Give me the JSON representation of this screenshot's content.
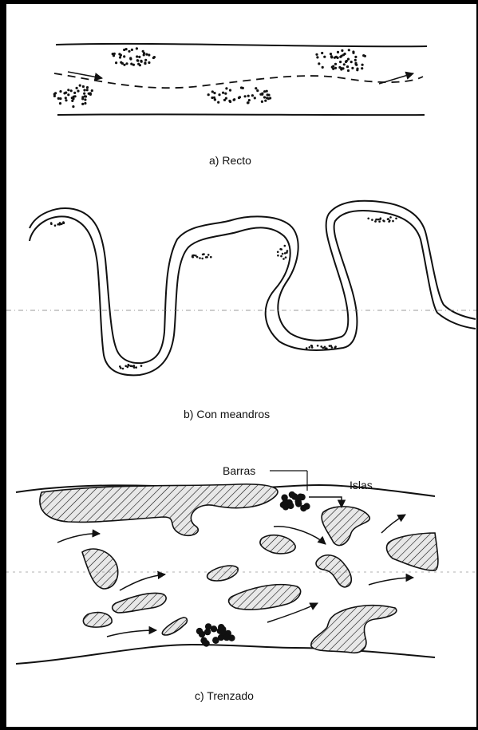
{
  "panels": {
    "a": {
      "caption": "a) Recto"
    },
    "b": {
      "caption": "b) Con meandros"
    },
    "c": {
      "caption": "c) Trenzado",
      "label_bars": "Barras",
      "label_islands": "Islas"
    }
  },
  "colors": {
    "ink": "#111111",
    "island_fill": "#e8e8e8"
  }
}
